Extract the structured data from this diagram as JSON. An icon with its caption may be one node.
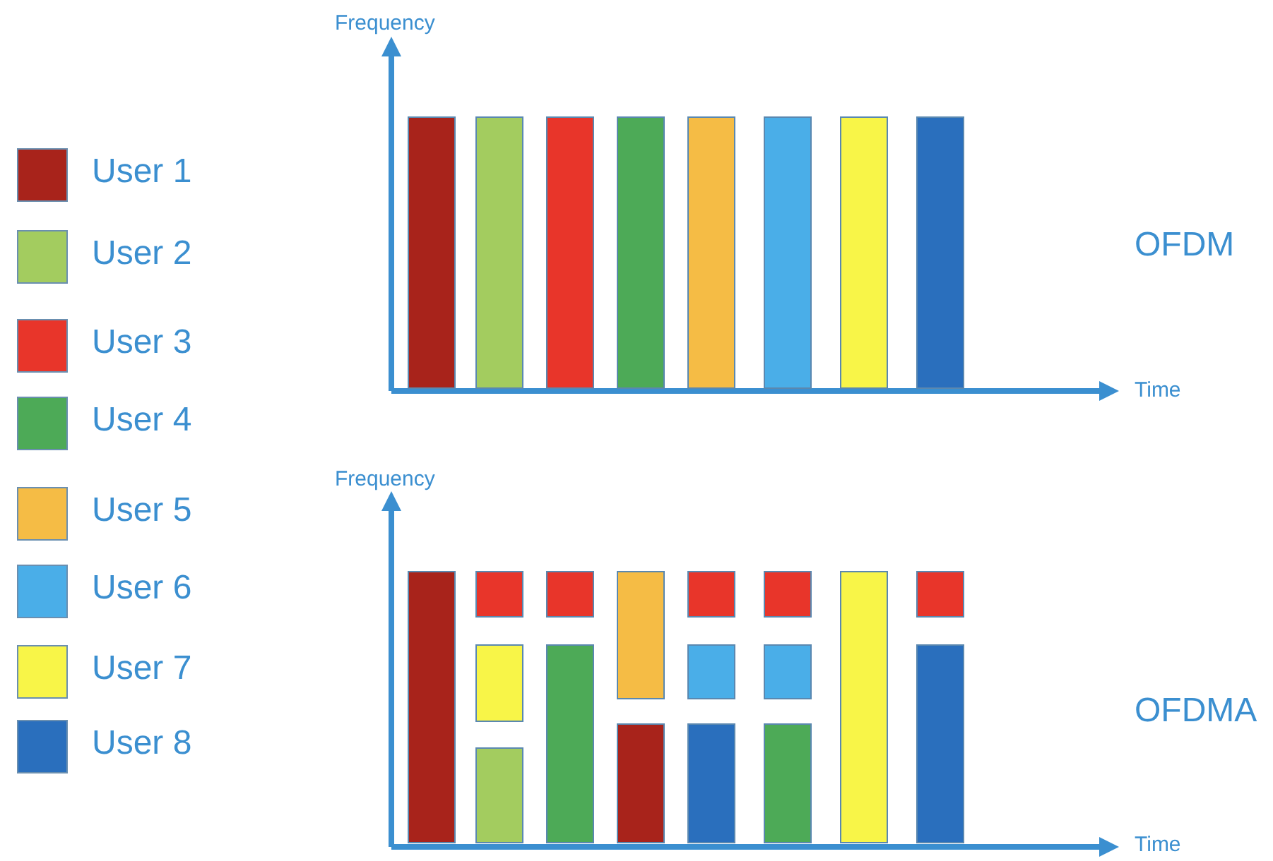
{
  "diagram": {
    "labels": [
      "Frequency",
      "Time",
      "OFDM",
      "Frequency",
      "Time",
      "OFDMA"
    ],
    "legend": [
      {
        "text": "User 1",
        "color": "#a8231b"
      },
      {
        "text": "User 2",
        "color": "#a3cc5f"
      },
      {
        "text": "User 3",
        "color": "#e8352a"
      },
      {
        "text": "User 4",
        "color": "#4daa57"
      },
      {
        "text": "User 5",
        "color": "#f5bc45"
      },
      {
        "text": "User 6",
        "color": "#4aaee8"
      },
      {
        "text": "User 7",
        "color": "#f8f548"
      },
      {
        "text": "User 8",
        "color": "#2a6fbd"
      }
    ]
  }
}
